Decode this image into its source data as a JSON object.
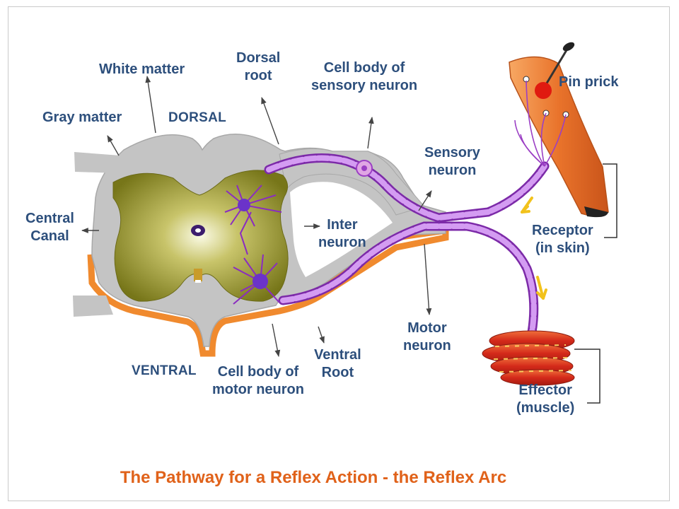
{
  "labels": {
    "white_matter": "White matter",
    "gray_matter": "Gray matter",
    "dorsal": "DORSAL",
    "dorsal_root_1": "Dorsal",
    "dorsal_root_2": "root",
    "cell_body_sensory_1": "Cell body of",
    "cell_body_sensory_2": "sensory neuron",
    "pin_prick": "Pin prick",
    "sensory_neuron_1": "Sensory",
    "sensory_neuron_2": "neuron",
    "central_canal_1": "Central",
    "central_canal_2": "Canal",
    "inter_neuron_1": "Inter",
    "inter_neuron_2": "neuron",
    "receptor_1": "Receptor",
    "receptor_2": "(in skin)",
    "motor_neuron_1": "Motor",
    "motor_neuron_2": "neuron",
    "ventral": "VENTRAL",
    "cell_body_motor_1": "Cell body of",
    "cell_body_motor_2": "motor neuron",
    "ventral_root_1": "Ventral",
    "ventral_root_2": "Root",
    "effector_1": "Effector",
    "effector_2": "(muscle)"
  },
  "caption": "The Pathway for a Reflex Action - the Reflex Arc",
  "colors": {
    "label_text": "#2d4f7c",
    "caption_text": "#e0621a",
    "gray_matter_fill": "#c4c4c4",
    "gray_matter_core": "#7d7c1c",
    "neuron_purple": "#9b3fc4",
    "arm_skin": "#e8742a",
    "muscle_red": "#d42a1a",
    "arrow_yellow": "#f2c21b"
  }
}
